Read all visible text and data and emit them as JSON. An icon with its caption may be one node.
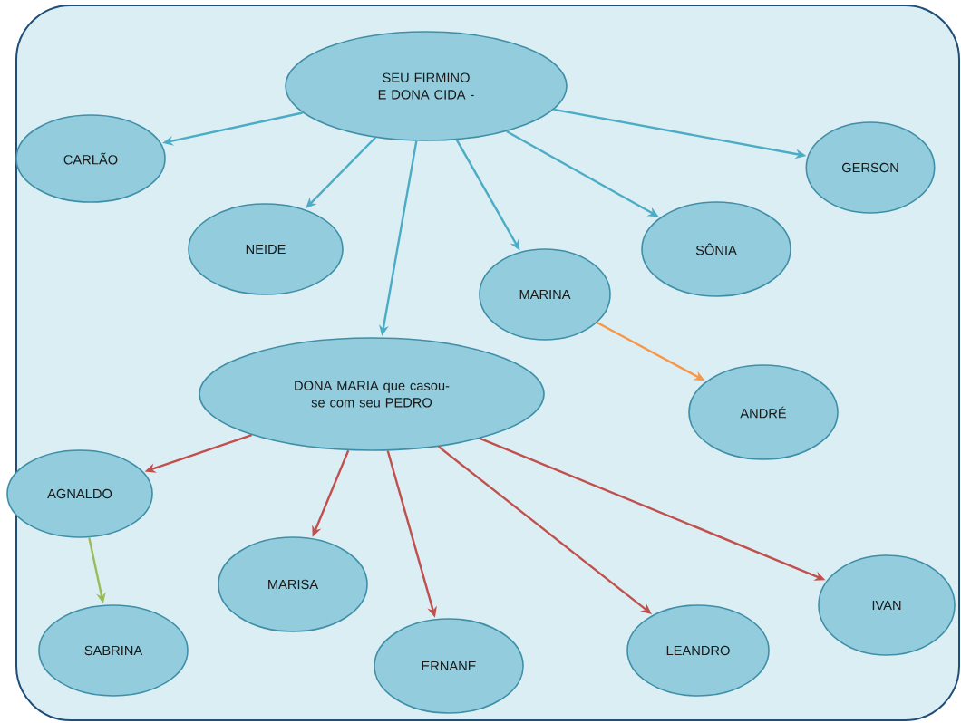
{
  "diagram": {
    "nodes": [
      {
        "text": [
          "SEU FIRMINO E DONA CIDA -"
        ]
      },
      {
        "text": [
          "CARLÃO"
        ]
      },
      {
        "text": [
          "NEIDE"
        ]
      },
      {
        "text": [
          "GERSON"
        ]
      },
      {
        "text": [
          "SÔNIA"
        ]
      },
      {
        "text": [
          "MARINA"
        ]
      },
      {
        "text": [
          "DONA MARIA que casou-se com seu PEDRO"
        ]
      },
      {
        "text": [
          "ANDRÉ"
        ]
      },
      {
        "text": [
          "AGNALDO"
        ]
      },
      {
        "text": [
          "MARISA"
        ]
      },
      {
        "text": [
          "IVAN"
        ]
      },
      {
        "text": [
          "SABRINA"
        ]
      },
      {
        "text": [
          "ERNANE"
        ]
      },
      {
        "text": [
          "LEANDRO"
        ]
      }
    ],
    "edges": [
      {
        "from": 0,
        "to": 1,
        "arrow": "to"
      },
      {
        "from": 0,
        "to": 2,
        "arrow": "to"
      },
      {
        "from": 0,
        "to": 6,
        "arrow": "to"
      },
      {
        "from": 0,
        "to": 5,
        "arrow": "to"
      },
      {
        "from": 0,
        "to": 4,
        "arrow": "to"
      },
      {
        "from": 0,
        "to": 3,
        "arrow": "to"
      },
      {
        "from": 5,
        "to": 7,
        "arrow": "to",
        "color": "#f79646"
      },
      {
        "from": 6,
        "to": 8,
        "arrow": "to",
        "color": "#c0504d"
      },
      {
        "from": 6,
        "to": 9,
        "arrow": "to",
        "color": "#c0504d"
      },
      {
        "from": 6,
        "to": 12,
        "arrow": "to",
        "color": "#c0504d"
      },
      {
        "from": 6,
        "to": 13,
        "arrow": "to",
        "color": "#c0504d"
      },
      {
        "from": 6,
        "to": 10,
        "arrow": "to",
        "color": "#c0504d"
      },
      {
        "from": 8,
        "to": 11,
        "arrow": "to",
        "color": "#9bbb59"
      }
    ]
  }
}
